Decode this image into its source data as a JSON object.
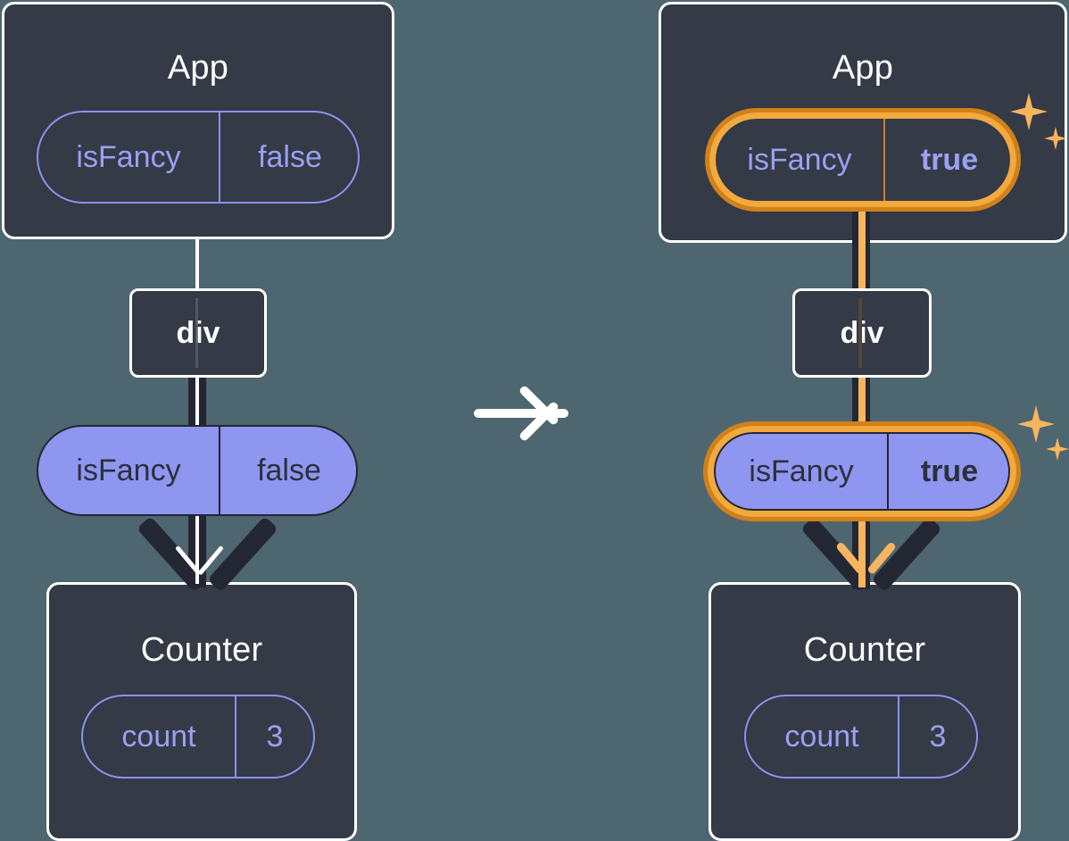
{
  "background_color": "#4e6670",
  "colors": {
    "panel_bg": "#343a46",
    "panel_border": "#ffffff",
    "pill_outline": "#8b93ef",
    "pill_fill": "#8e96f0",
    "pill_text_dark": "#2b303c",
    "pill_text_purple": "#9aa0f2",
    "highlight_outer": "#d1801a",
    "highlight_inner": "#f3a93c",
    "connector_dark": "#232733",
    "connector_light": "#ffffff",
    "connector_orange": "#f7b55e",
    "sparkle": "#f7b55e"
  },
  "transition_arrow": {
    "icon": "arrow-right-icon",
    "color": "#ffffff"
  },
  "before": {
    "app": {
      "title": "App",
      "state": {
        "key": "isFancy",
        "value": "false",
        "highlighted": false,
        "value_bold": false
      }
    },
    "div": {
      "label": "div"
    },
    "prop": {
      "key": "isFancy",
      "value": "false",
      "highlighted": false,
      "value_bold": false
    },
    "counter": {
      "title": "Counter",
      "state": {
        "key": "count",
        "value": "3",
        "highlighted": false,
        "value_bold": false
      }
    },
    "connector_color": "#ffffff",
    "sparkles": false
  },
  "after": {
    "app": {
      "title": "App",
      "state": {
        "key": "isFancy",
        "value": "true",
        "highlighted": true,
        "value_bold": true
      }
    },
    "div": {
      "label": "div"
    },
    "prop": {
      "key": "isFancy",
      "value": "true",
      "highlighted": true,
      "value_bold": true
    },
    "counter": {
      "title": "Counter",
      "state": {
        "key": "count",
        "value": "3",
        "highlighted": false,
        "value_bold": false
      }
    },
    "connector_color": "#f7b55e",
    "sparkles": true
  }
}
